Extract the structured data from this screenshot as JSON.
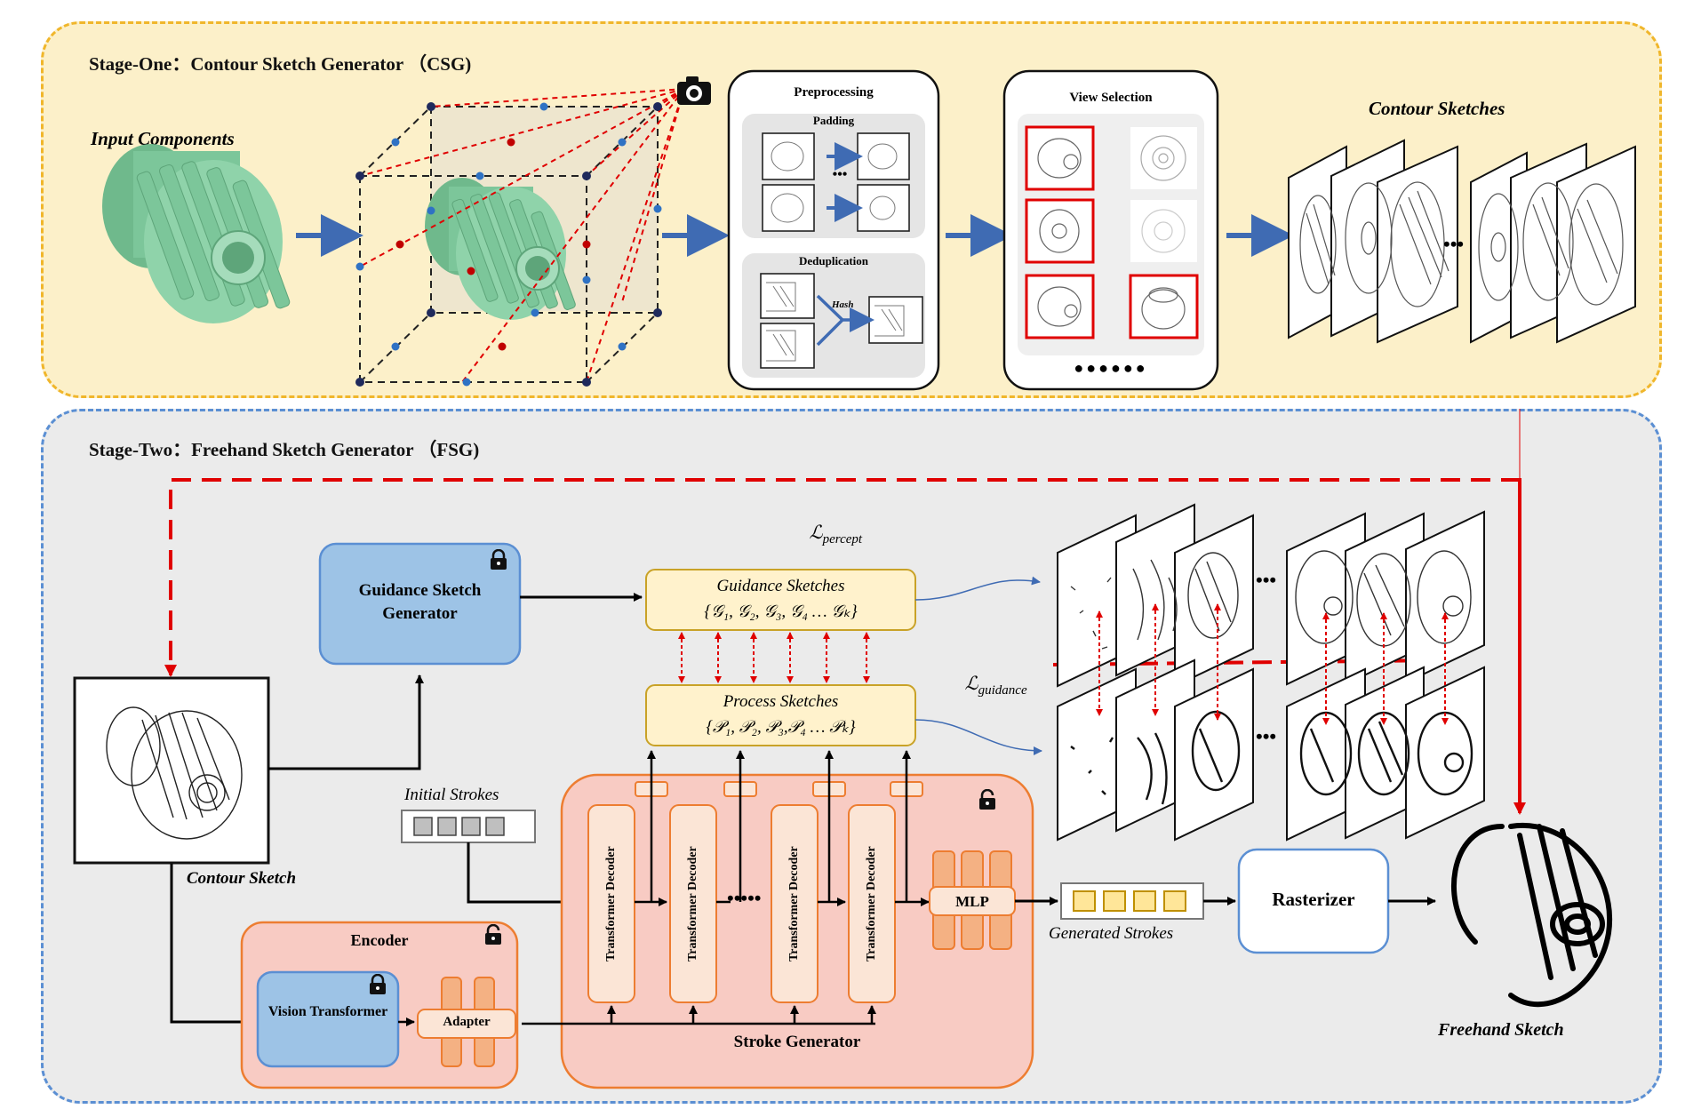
{
  "stage_one": {
    "title": "Stage-One：Contour Sketch Generator （CSG)",
    "input_components": "Input Components",
    "preprocessing": "Preprocessing",
    "padding": "Padding",
    "padding_dots": "•••",
    "deduplication": "Deduplication",
    "hash": "Hash",
    "view_selection": "View Selection",
    "view_dots": "●●●●●●",
    "contour_sketches": "Contour Sketches",
    "contour_dots": "•••"
  },
  "stage_two": {
    "title": "Stage-Two：Freehand Sketch Generator （FSG)",
    "l_percept_main": "ℒ",
    "l_percept_sub": "percept",
    "l_guidance_main": "ℒ",
    "l_guidance_sub": "guidance",
    "guidance_generator": "Guidance Sketch Generator",
    "guidance_sketches_title": "Guidance Sketches",
    "guidance_sketches_set": "{𝒢₁, 𝒢₂, 𝒢₃, 𝒢₄ … 𝒢ₖ}",
    "process_sketches_title": "Process Sketches",
    "process_sketches_set": "{𝒫₁, 𝒫₂, 𝒫₃,𝒫₄ … 𝒫ₖ}",
    "initial_strokes": "Initial Strokes",
    "contour_sketch": "Contour Sketch",
    "encoder": "Encoder",
    "vision_transformer": "Vision Transformer",
    "adapter": "Adapter",
    "transformer_decoder": "Transformer Decoder",
    "decoder_dots": "•••••",
    "mlp": "MLP",
    "stroke_generator": "Stroke Generator",
    "generated_strokes": "Generated Strokes",
    "rasterizer": "Rasterizer",
    "freehand_sketch": "Freehand Sketch",
    "sketch_dots": "•••"
  },
  "colors": {
    "stage_one_bg": "#fcf0c9",
    "stage_one_border": "#f0b62b",
    "stage_two_bg": "#ebebeb",
    "stage_two_border": "#5b8fd3",
    "arrow_blue": "#3f6bb3",
    "loss_red": "#e00000",
    "gear_green": "#7cc69a",
    "blue_box": "#9dc3e6",
    "yellow_box": "#fff2cc",
    "orange_box": "#fbe5d6",
    "orange_border": "#ed7d31",
    "stroke_generator_bg": "#f8cbc3"
  }
}
